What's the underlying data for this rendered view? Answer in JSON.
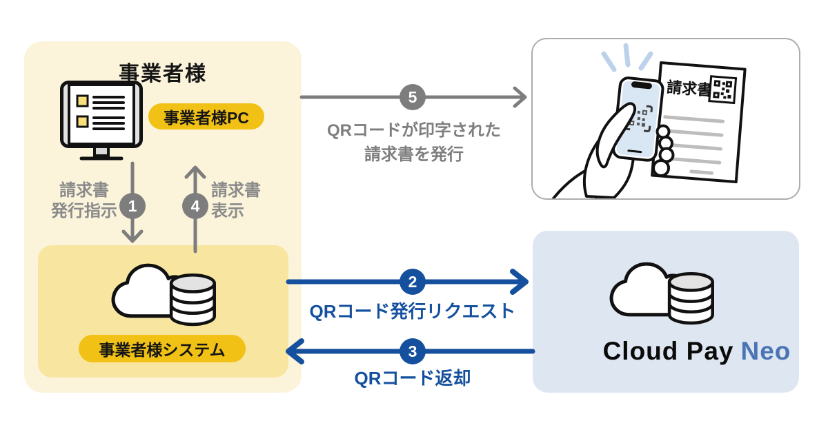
{
  "business_box": {
    "title": "事業者様",
    "pc_badge": "事業者様PC",
    "system_badge": "事業者様システム"
  },
  "steps": {
    "s1": {
      "num": "1",
      "line1": "請求書",
      "line2": "発行指示"
    },
    "s2": {
      "num": "2",
      "label": "QRコード発行リクエスト"
    },
    "s3": {
      "num": "3",
      "label": "QRコード返却"
    },
    "s4": {
      "num": "4",
      "line1": "請求書",
      "line2": "表示"
    },
    "s5": {
      "num": "5",
      "line1": "QRコードが印字された",
      "line2": "請求書を発行"
    }
  },
  "cloud_pay": {
    "name_main": "Cloud Pay",
    "name_accent": "Neo"
  },
  "illustration": {
    "paper_title": "請求書"
  },
  "colors": {
    "panel_pale_yellow": "#FBF4DB",
    "panel_inner_yellow": "#F8E6A0",
    "badge_gold": "#F1C116",
    "panel_light_blue": "#DDE6F1",
    "arrow_blue": "#15509E",
    "arrow_gray": "#7D7D7D",
    "label_gray": "#8A8A8A",
    "neo_blue": "#4A74B4",
    "phone_screen_blue": "#D9E6F4",
    "shine_blue": "#BCD2EA"
  }
}
